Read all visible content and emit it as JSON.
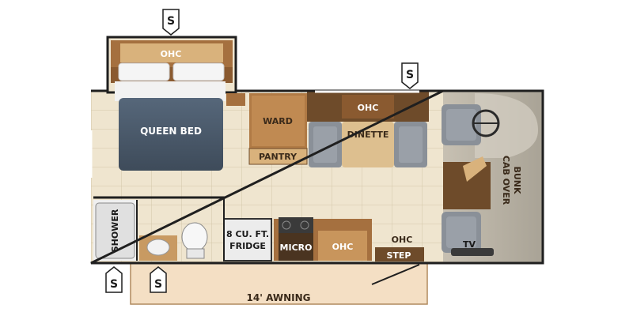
{
  "slide_marker": "S",
  "labels": {
    "ohc_bedroom": "OHC",
    "queen_bed": "QUEEN BED",
    "ward": "WARD",
    "pantry": "PANTRY",
    "ohc_dinette": "OHC",
    "dinette": "DINETTE",
    "cab_over_bunk_1": "CAB OVER",
    "cab_over_bunk_2": "BUNK",
    "shower": "SHOWER",
    "fridge_1": "8 CU. FT.",
    "fridge_2": "FRIDGE",
    "micro": "MICRO",
    "ohc_kitchen": "OHC",
    "ohc_step": "OHC",
    "step": "STEP",
    "tv": "TV",
    "awning": "14' AWNING"
  },
  "colors": {
    "floor_tile": "#efe5cf",
    "tile_line": "#cfc2a5",
    "wall": "#1f1f1f",
    "bed": "#4b5a6b",
    "wood_dark": "#6e4b2a",
    "wood_mid": "#a5703f",
    "wood_light": "#d9b27c",
    "cabinet_grey": "#8a9098",
    "cab_floor": "#b9b3a6",
    "awning": "#f4dfc4"
  }
}
